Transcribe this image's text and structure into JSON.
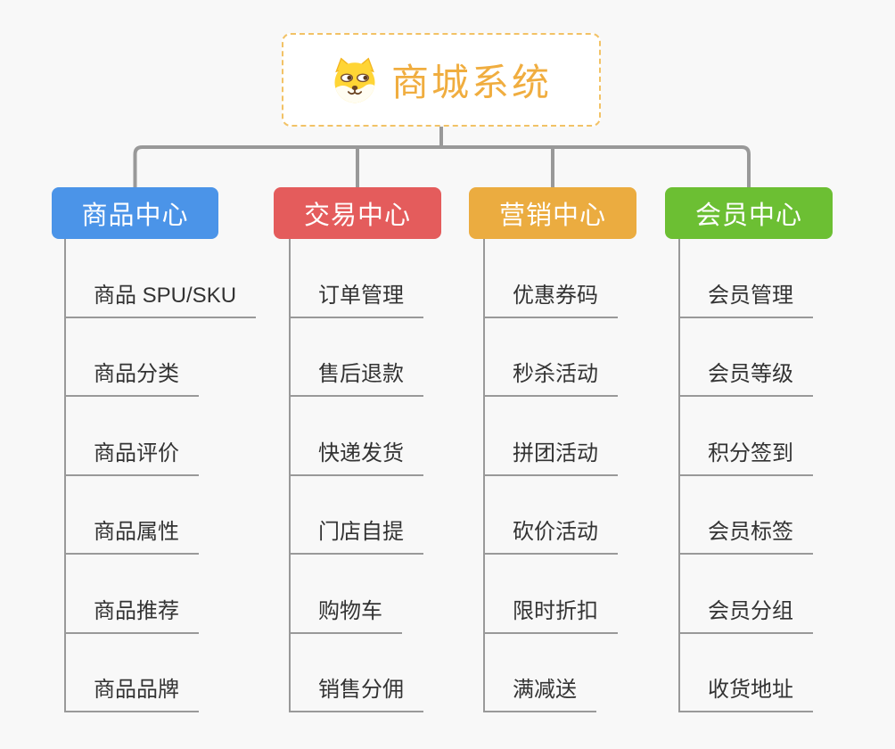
{
  "root": {
    "title": "商城系统",
    "icon": "doge-icon"
  },
  "branches": [
    {
      "label": "商品中心",
      "color": "#4B94E8",
      "items": [
        "商品 SPU/SKU",
        "商品分类",
        "商品评价",
        "商品属性",
        "商品推荐",
        "商品品牌"
      ]
    },
    {
      "label": "交易中心",
      "color": "#E45C5C",
      "items": [
        "订单管理",
        "售后退款",
        "快递发货",
        "门店自提",
        "购物车",
        "销售分佣"
      ]
    },
    {
      "label": "营销中心",
      "color": "#EBAC40",
      "items": [
        "优惠券码",
        "秒杀活动",
        "拼团活动",
        "砍价活动",
        "限时折扣",
        "满减送"
      ]
    },
    {
      "label": "会员中心",
      "color": "#6CBF33",
      "items": [
        "会员管理",
        "会员等级",
        "积分签到",
        "会员标签",
        "会员分组",
        "收货地址"
      ]
    }
  ],
  "colors": {
    "background": "#F8F8F8",
    "connector": "#999999",
    "root_text": "#F0AD3F",
    "root_border": "#F2C266",
    "leaf_text": "#333333",
    "leaf_underline": "#999999"
  }
}
